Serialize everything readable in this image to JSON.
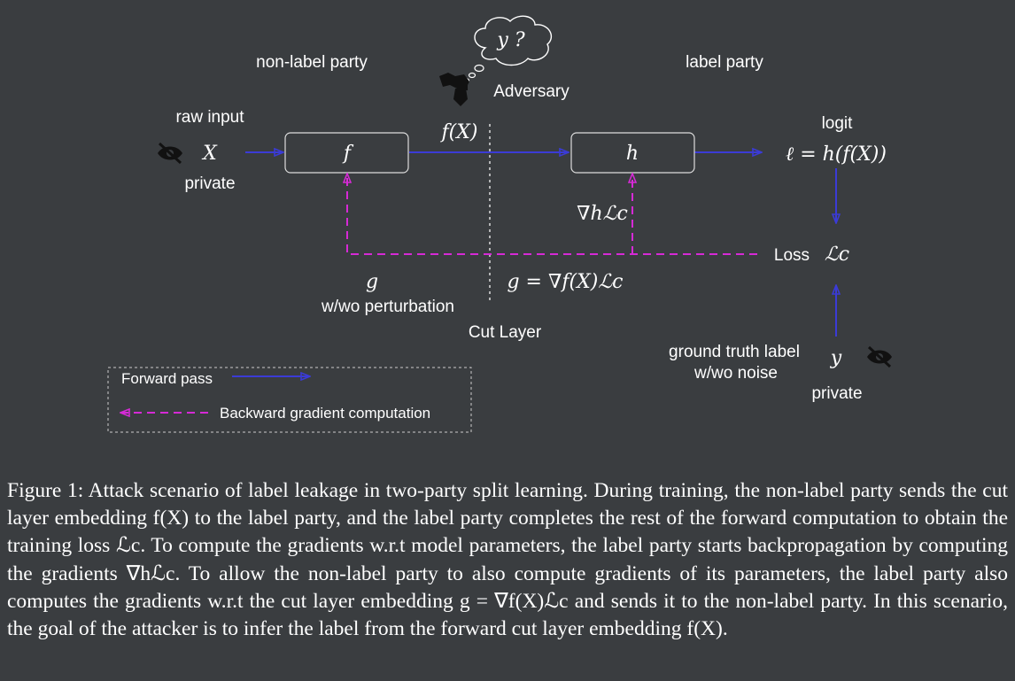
{
  "diagram": {
    "non_label_party": "non-label party",
    "label_party": "label party",
    "adversary": "Adversary",
    "thought": "y ?",
    "raw_input": "raw input",
    "x_var": "X",
    "private_left": "private",
    "f_box": "f",
    "fx_label": "f(X)",
    "h_box": "h",
    "logit": "logit",
    "logit_expr": "ℓ = h(f(X))",
    "grad_h": "∇hℒc",
    "loss": "Loss",
    "loss_sym": "ℒc",
    "g_var": "g",
    "g_expr": "g = ∇f(X)ℒc",
    "perturb": "w/wo perturbation",
    "cut_layer": "Cut Layer",
    "ground_truth": "ground truth label",
    "noise": "w/wo noise",
    "y_var": "y",
    "private_right": "private",
    "legend_forward": "Forward pass",
    "legend_backward": "Backward gradient computation",
    "colors": {
      "forward": "#3b3bd6",
      "backward": "#d62ad6",
      "background": "#3a3d40"
    }
  },
  "caption": "Figure 1: Attack scenario of label leakage in two-party split learning. During training, the non-label party sends the cut layer embedding f(X) to the label party, and the label party completes the rest of the forward computation to obtain the training loss ℒc. To compute the gradients w.r.t model parameters, the label party starts backpropagation by computing the gradients ∇hℒc. To allow the non-label party to also compute gradients of its parameters, the label party also computes the gradients w.r.t the cut layer embedding g = ∇f(X)ℒc and sends it to the non-label party. In this scenario, the goal of the attacker is to infer the label from the forward cut layer embedding f(X)."
}
